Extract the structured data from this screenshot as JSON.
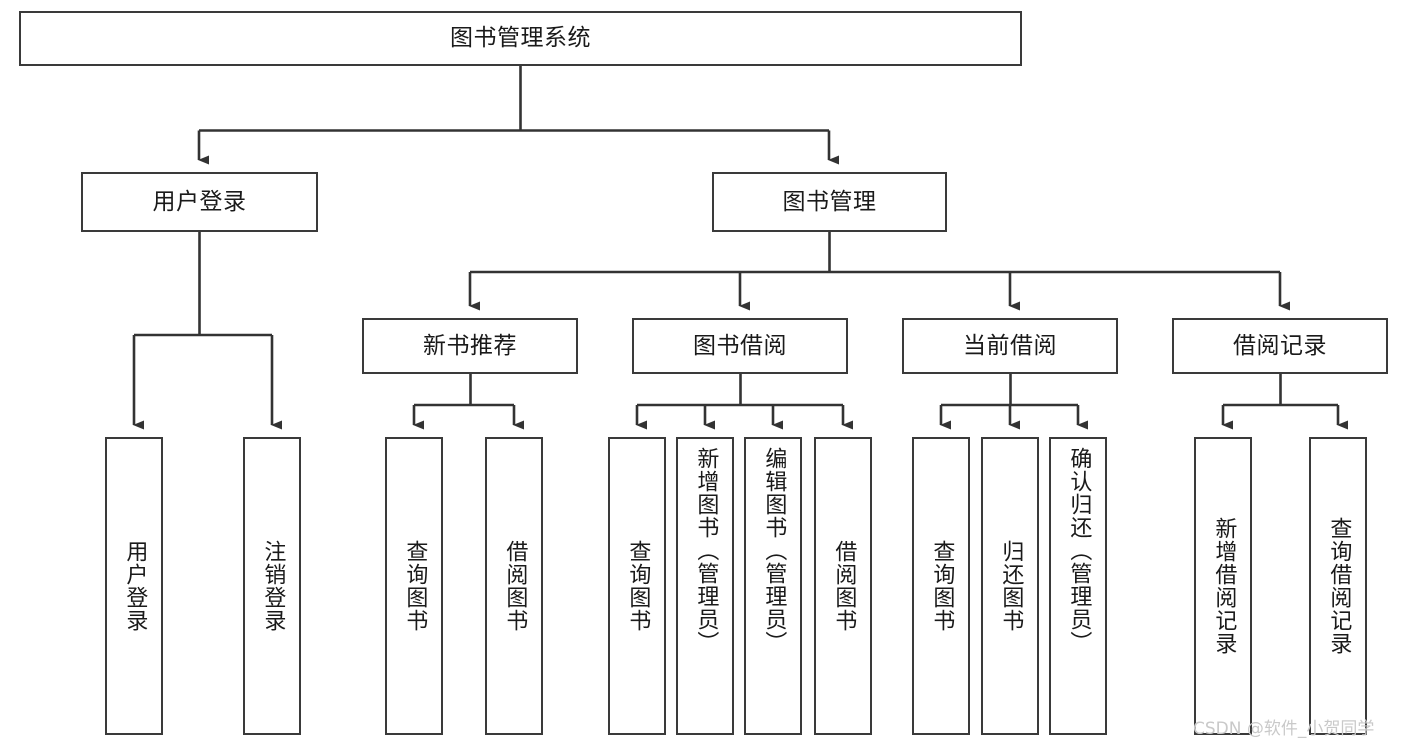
{
  "diagram": {
    "title": "图书管理系统",
    "type": "tree-hierarchy",
    "root": {
      "id": "root",
      "label": "图书管理系统"
    },
    "level2": [
      {
        "id": "user-login",
        "label": "用户登录"
      },
      {
        "id": "book-manage",
        "label": "图书管理"
      }
    ],
    "level3": [
      {
        "id": "new-book-recommend",
        "label": "新书推荐",
        "parent": "book-manage"
      },
      {
        "id": "book-borrow",
        "label": "图书借阅",
        "parent": "book-manage"
      },
      {
        "id": "current-borrow",
        "label": "当前借阅",
        "parent": "book-manage"
      },
      {
        "id": "borrow-record",
        "label": "借阅记录",
        "parent": "book-manage"
      }
    ],
    "leaves": {
      "user_login": [
        {
          "id": "leaf-user-login",
          "label": "用户登录"
        },
        {
          "id": "leaf-user-logout",
          "label": "注销登录"
        }
      ],
      "new_book_recommend": [
        {
          "id": "leaf-query-book-1",
          "label": "查询图书"
        },
        {
          "id": "leaf-borrow-book-1",
          "label": "借阅图书"
        }
      ],
      "book_borrow": [
        {
          "id": "leaf-query-book-2",
          "label": "查询图书"
        },
        {
          "id": "leaf-add-book",
          "label": "新增图书（管理员）"
        },
        {
          "id": "leaf-edit-book",
          "label": "编辑图书（管理员）"
        },
        {
          "id": "leaf-borrow-book-2",
          "label": "借阅图书"
        }
      ],
      "current_borrow": [
        {
          "id": "leaf-query-book-3",
          "label": "查询图书"
        },
        {
          "id": "leaf-return-book",
          "label": "归还图书"
        },
        {
          "id": "leaf-confirm-return",
          "label": "确认归还（管理员）"
        }
      ],
      "borrow_record": [
        {
          "id": "leaf-add-record",
          "label": "新增借阅记录"
        },
        {
          "id": "leaf-query-record",
          "label": "查询借阅记录"
        }
      ]
    },
    "colors": {
      "box_border": "#3a3a3a",
      "box_fill": "#ffffff",
      "edge": "#333333",
      "text": "#1a1a1a",
      "watermark": "#c9c9c9",
      "background": "#ffffff"
    }
  },
  "watermark": {
    "text": "CSDN @软件_小贺同学"
  }
}
